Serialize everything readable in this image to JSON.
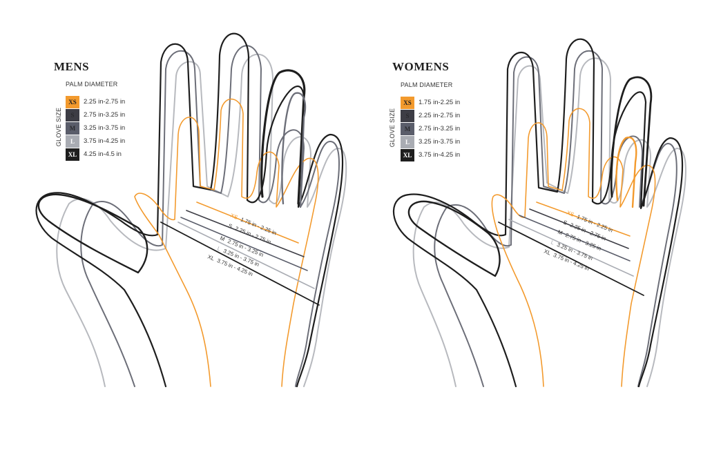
{
  "colors": {
    "xs": "#f39a2d",
    "s": "#3d3d45",
    "m": "#5a5d6a",
    "l": "#a9acb3",
    "xl": "#1e1e1e",
    "hand_light": "#b7b9be",
    "hand_mid": "#6c6e78",
    "hand_dark": "#2a2a2e"
  },
  "mens": {
    "title": "MENS",
    "palm_diameter_label": "PALM DIAMETER",
    "glove_size_label": "GLOVE SIZE",
    "sizes": [
      {
        "code": "XS",
        "range": "2.25 in-2.75 in"
      },
      {
        "code": "S",
        "range": "2.75 in-3.25 in"
      },
      {
        "code": "M",
        "range": "3.25 in-3.75 in"
      },
      {
        "code": "L",
        "range": "3.75 in-4.25 in"
      },
      {
        "code": "XL",
        "range": "4.25 in-4.5 in"
      }
    ],
    "measurements": [
      {
        "size": "XS",
        "text": "1.75 in - 2.25 in"
      },
      {
        "size": "S",
        "text": "2.25 in - 2.75 in"
      },
      {
        "size": "M",
        "text": "2.75 in - 3.25 in"
      },
      {
        "size": "L",
        "text": "3.25 in - 3.75 in"
      },
      {
        "size": "XL",
        "text": "3.75 in - 4.25 in"
      }
    ]
  },
  "womens": {
    "title": "WOMENS",
    "palm_diameter_label": "PALM DIAMETER",
    "glove_size_label": "GLOVE SIZE",
    "sizes": [
      {
        "code": "XS",
        "range": "1.75 in-2.25 in"
      },
      {
        "code": "S",
        "range": "2.25 in-2.75 in"
      },
      {
        "code": "M",
        "range": "2.75 in-3.25 in"
      },
      {
        "code": "L",
        "range": "3.25 in-3.75 in"
      },
      {
        "code": "XL",
        "range": "3.75 in-4.25 in"
      }
    ],
    "measurements": [
      {
        "size": "XS",
        "text": "1.75 in - 2.25 in"
      },
      {
        "size": "S",
        "text": "2.25 in - 2.75 in"
      },
      {
        "size": "M",
        "text": "2.75 in - 3.25 in"
      },
      {
        "size": "L",
        "text": "3.25 in - 3.75 in"
      },
      {
        "size": "XL",
        "text": "3.75 in - 4.25 in"
      }
    ]
  }
}
